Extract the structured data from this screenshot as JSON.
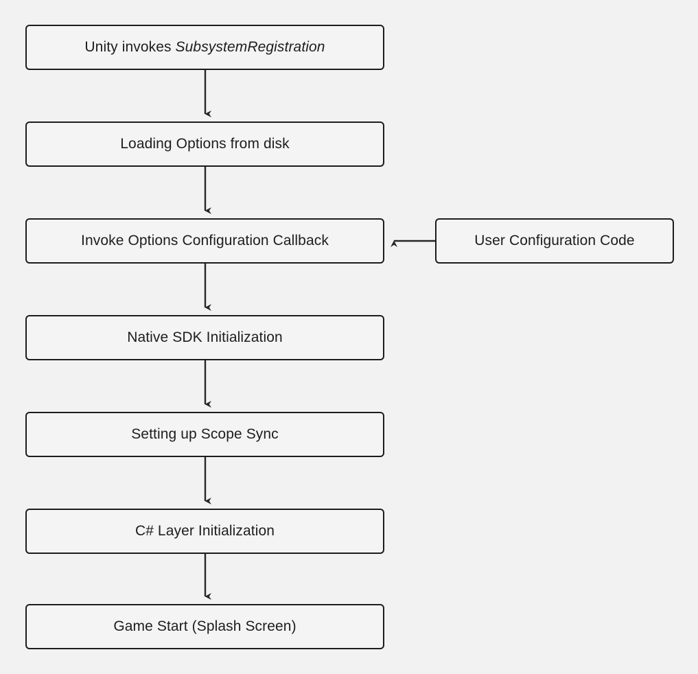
{
  "diagram": {
    "type": "flowchart",
    "direction": "top-down",
    "background_color": "#f2f2f2",
    "node_fill_color": "#f4f4f4",
    "node_border_color": "#1c1c1c",
    "edge_color": "#262626",
    "text_color": "#1d1d1d",
    "nodes": [
      {
        "id": "n1",
        "label": "Unity invokes SubsystemRegistration",
        "label_plain": "Unity invokes ",
        "label_emphasis": "SubsystemRegistration",
        "shape": "rounded-rectangle"
      },
      {
        "id": "n2",
        "label": "Loading Options from disk",
        "shape": "rounded-rectangle"
      },
      {
        "id": "n3",
        "label": "Invoke Options Configuration Callback",
        "shape": "rounded-rectangle"
      },
      {
        "id": "n4",
        "label": "Native SDK Initialization",
        "shape": "rounded-rectangle"
      },
      {
        "id": "n5",
        "label": "Setting up Scope Sync",
        "shape": "rounded-rectangle"
      },
      {
        "id": "n6",
        "label": "C# Layer Initialization",
        "shape": "rounded-rectangle"
      },
      {
        "id": "n7",
        "label": "Game Start (Splash Screen)",
        "shape": "rounded-rectangle"
      },
      {
        "id": "side1",
        "label": "User Configuration Code",
        "shape": "rounded-rectangle"
      }
    ],
    "edges": [
      {
        "from": "n1",
        "to": "n2",
        "arrow": "down",
        "label": ""
      },
      {
        "from": "n2",
        "to": "n3",
        "arrow": "down",
        "label": ""
      },
      {
        "from": "n3",
        "to": "n4",
        "arrow": "down",
        "label": ""
      },
      {
        "from": "n4",
        "to": "n5",
        "arrow": "down",
        "label": ""
      },
      {
        "from": "n5",
        "to": "n6",
        "arrow": "down",
        "label": ""
      },
      {
        "from": "n6",
        "to": "n7",
        "arrow": "down",
        "label": ""
      },
      {
        "from": "side1",
        "to": "n3",
        "arrow": "left",
        "label": ""
      }
    ]
  }
}
